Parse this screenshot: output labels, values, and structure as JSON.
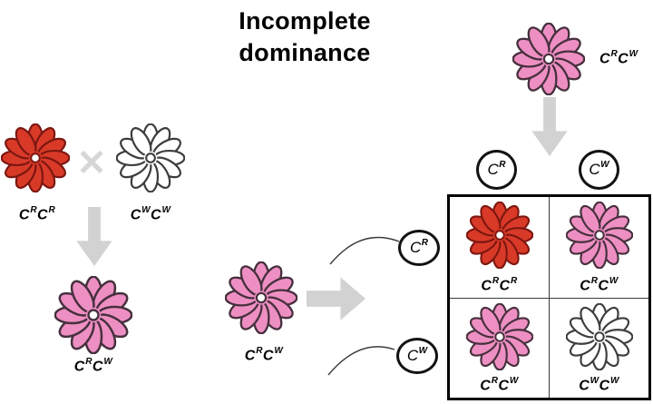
{
  "title": {
    "line1": "Incomplete",
    "line2": "dominance"
  },
  "icons": {
    "cross": "✕"
  },
  "colors": {
    "red": "#d93a28",
    "red_stroke": "#7d1710",
    "pink": "#ee8fc3",
    "pink_stroke": "#46303d",
    "white": "#ffffff",
    "white_stroke": "#3d3d3d",
    "arrow_gray": "#d2d2d2",
    "cross_gray": "#d6d6d6",
    "curve": "#3c3c3c"
  },
  "genotypes": {
    "crcr": [
      {
        "base": "C",
        "sup": "R"
      },
      {
        "base": "C",
        "sup": "R"
      }
    ],
    "cwcw": [
      {
        "base": "C",
        "sup": "W"
      },
      {
        "base": "C",
        "sup": "W"
      }
    ],
    "crcw": [
      {
        "base": "C",
        "sup": "R"
      },
      {
        "base": "C",
        "sup": "W"
      }
    ],
    "cr": [
      {
        "base": "C",
        "sup": "R"
      }
    ],
    "cw": [
      {
        "base": "C",
        "sup": "W"
      }
    ]
  },
  "cross": {
    "p1": {
      "flower": "red",
      "genotype": "crcr"
    },
    "p2": {
      "flower": "white",
      "genotype": "cwcw"
    },
    "f1": {
      "flower": "pink",
      "genotype": "crcw"
    }
  },
  "self_cross": {
    "parent": {
      "flower": "pink",
      "genotype": "crcw"
    },
    "row_gametes": [
      "cr",
      "cw"
    ]
  },
  "punnett": {
    "top_parent": {
      "flower": "pink",
      "genotype": "crcw"
    },
    "col_gametes": [
      "cr",
      "cw"
    ],
    "cells": [
      {
        "flower": "red",
        "genotype": "crcr"
      },
      {
        "flower": "pink",
        "genotype": "crcw"
      },
      {
        "flower": "pink",
        "genotype": "crcw"
      },
      {
        "flower": "white",
        "genotype": "cwcw"
      }
    ]
  }
}
